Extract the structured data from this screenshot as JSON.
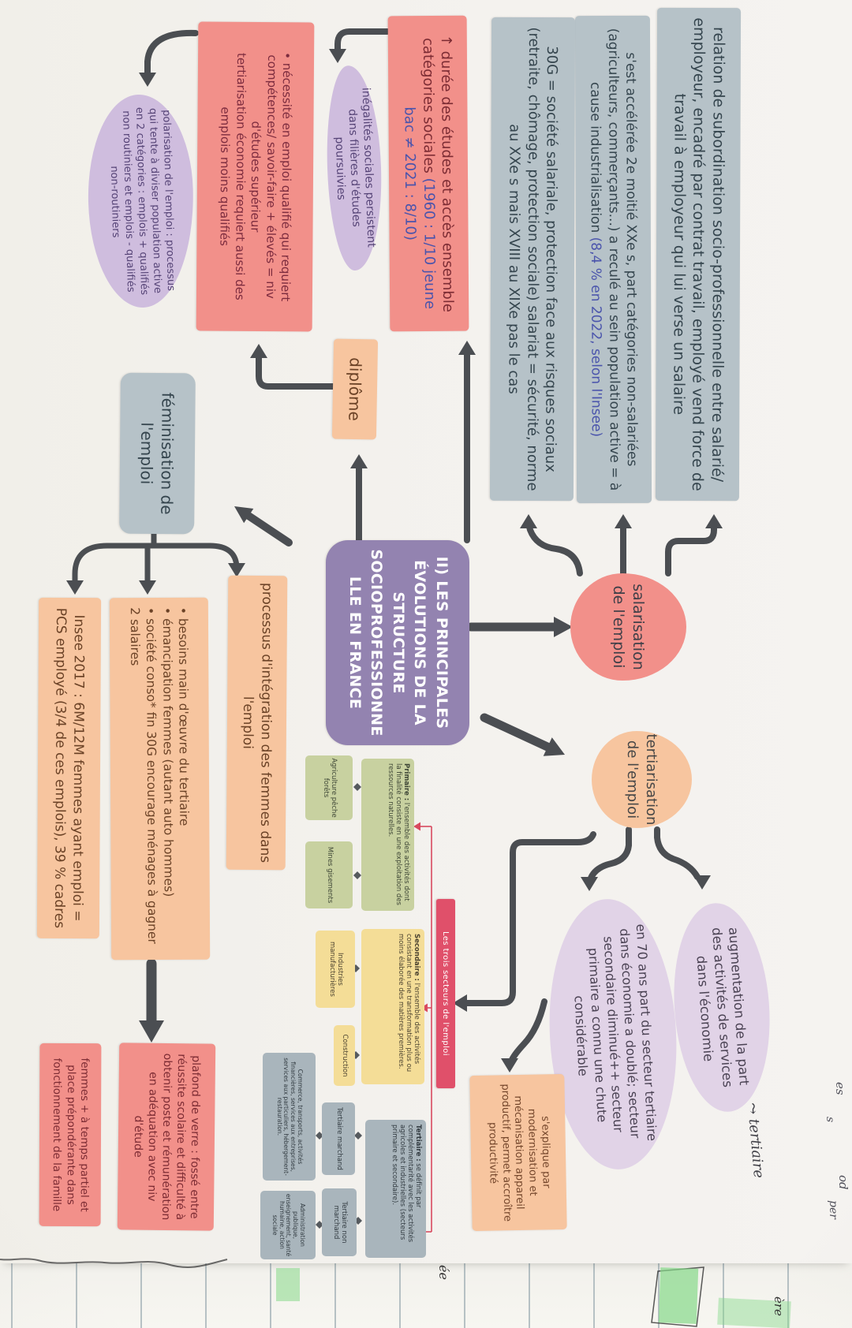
{
  "colors": {
    "arrow": "#4b4e52",
    "ink_blue": "#4a54ac",
    "banner_red": "#e0506a",
    "connector_red": "#d84a5f",
    "highlight_green": "#86d989"
  },
  "nodes": {
    "title": {
      "text": "II) LES PRINCIPALES ÉVOLUTIONS DE LA STRUCTURE SOCIOPROFESSIONNELLE EN FRANCE"
    },
    "relation": {
      "text": "relation de subordination socio-professionnelle entre salarié/ employeur, encadré par contrat travail, employé vend force de travail à employeur qui lui verse un salaire"
    },
    "acceleration": {
      "text": "s'est accélérée 2e moitié XXe s, part catégories non-salariées (agriculteurs, commerçants...) a reculé au sein population active = à cause industrialisation ",
      "ink": "(8,4 % en 2022, selon l'Insee)"
    },
    "trente": {
      "text": "30G = société salariale, protection face aux risques sociaux (retraite, chômage, protection sociale) salariat = sécurité, norme au XXe s mais XVIII au XIXe pas le cas"
    },
    "duree": {
      "text": "↑ durée des études et accès ensemble catégories sociales ",
      "ink": "(1960 : 1/10 jeune bac ≠ 2021 : 8/10)"
    },
    "inegalites": {
      "text": "inégalités sociales persistent dans filières d'études poursuivies"
    },
    "necessite": {
      "line1": "• nécessité en emploi qualifié qui requiert compétences/ savoir-faire + élevés = niv d'études supérieur",
      "line2": "tertiarisation économie requiert aussi des emplois moins qualifiés"
    },
    "polarisation": {
      "text": "polarisation de l'emploi : processus qui tente à diviser population active en 2 catégories : emplois + qualifiés non routiniers et emplois - qualifiés non-routiniers"
    },
    "feminisation": {
      "text": "féminisation de l'emploi"
    },
    "diplome": {
      "text": "diplôme"
    },
    "salarisation": {
      "text": "salarisation de l'emploi"
    },
    "tertiarisation": {
      "text": "tertiarisation de l'emploi"
    },
    "insee": {
      "text": "Insee 2017 : 6M/12M femmes ayant emploi = PCS employé (3/4 de ces emplois), 39 % cadres"
    },
    "besoins": {
      "bullet_glyph": "•",
      "bullets": [
        "besoins main d'œuvre du tertiaire",
        "émancipation femmes (autant auto hommes)",
        "société conso* fin 30G encourage ménages à gagner 2 salaires"
      ]
    },
    "processus": {
      "text": "processus d'intégration des femmes dans l'emploi"
    },
    "plafond": {
      "text": "plafond de verre : fossé entre réussite scolaire et difficulté à obtenir poste et rémunération en adéquation avec niv d'étude"
    },
    "femmes": {
      "text": "femmes + à temps partiel et place prépondérante dans fonctionnement de la famille"
    },
    "en70": {
      "text": "en 70 ans part du secteur tertiaire dans économie a doublé; secteur secondaire diminué++ secteur primaire a connu une chute considérable"
    },
    "augmentation": {
      "text": "augmentation de la part des activités de services dans l'économie"
    },
    "annotation": {
      "arrow_glyph": "⤳",
      "text": "tertiaire"
    },
    "sexplique": {
      "text": "s'explique par modernisation et mécanisation appareil productif, permet accroître productivité"
    }
  },
  "infographic": {
    "title": "Les trois secteurs de l'emploi",
    "primaire": {
      "lead": "Primaire :",
      "rest": " l'ensemble des activités dont la finalité consiste en une exploitation des ressources naturelles."
    },
    "secondaire": {
      "lead": "Secondaire :",
      "rest": " l'ensemble des activités consistant en une transformation plus ou moins élaborée des matières premières."
    },
    "tertiaire": {
      "lead": "Tertiaire :",
      "rest": " se définit par complémentarité avec les activités agricoles et industrielles (secteurs primaire et secondaire)."
    },
    "items": {
      "agriculture": "Agriculture pêche forêts",
      "mines": "Mines gisements",
      "industries": "Industries manufacturières",
      "construction": "Construction",
      "tertiaire_marchand": "Tertiaire marchand",
      "tertiaire_non_marchand": "Tertiaire non marchand",
      "commerce": "Commerce, transports, activités financières, services aux entreprises, services aux particuliers, hébergement-restauration.",
      "administration": "Administration publique, enseignement, santé humaine, action sociale"
    }
  },
  "margin_notes": {
    "n1": "es",
    "n2": "s",
    "n3": "od",
    "n4": "per",
    "n5": "ée",
    "n6": "ère"
  }
}
